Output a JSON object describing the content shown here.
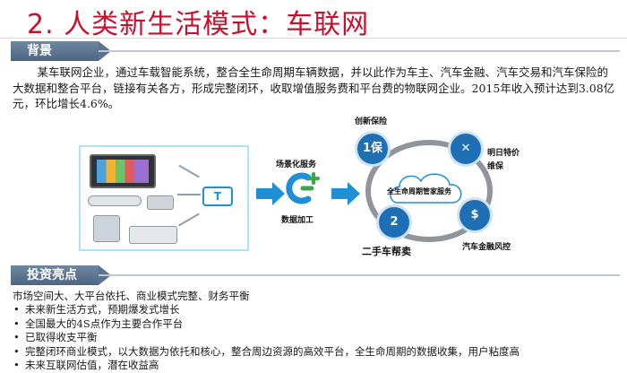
{
  "page": {
    "title": "2. 人类新生活模式：车联网"
  },
  "background": {
    "label": "背景",
    "paragraph": "某车联网企业，通过车载智能系统，整合全生命周期车辆数据，并以此作为车主、汽车金融、汽车交易和汽车保险的大数据和整合平台，链接有关各方，形成完整闭环，收取增值服务费和平台费的物联网企业。2015年收入预计达到3.08亿元，环比增长4.6%。"
  },
  "diagram": {
    "terminal_letter": "T",
    "hub_top_label": "场景化服务",
    "hub_bottom_label": "数据加工",
    "cloud_label": "全生命周期管家服务",
    "services": [
      {
        "label": "创新保险",
        "badge": "1保"
      },
      {
        "label": "明日特价维保",
        "badge": "✕"
      },
      {
        "label": "汽车金融风控",
        "badge": "$"
      },
      {
        "label": "二手车帮卖",
        "badge": "2"
      }
    ]
  },
  "highlights": {
    "label": "投资亮点",
    "lead": "市场空间大、大平台依托、商业模式完整、财务平衡",
    "items": [
      "未来新生活方式，预期爆发式增长",
      "全国最大的4S点作为主要合作平台",
      "已取得收支平衡",
      "完整闭环商业模式，以大数据为依托和核心，整合周边资源的高效平台，全生命周期的数据收集，用户粘度高",
      "未来互联网估值，潜在收益高"
    ]
  },
  "colors": {
    "title": "#c8102e",
    "tag": "#5b7391",
    "accent": "#1f8fd6"
  }
}
